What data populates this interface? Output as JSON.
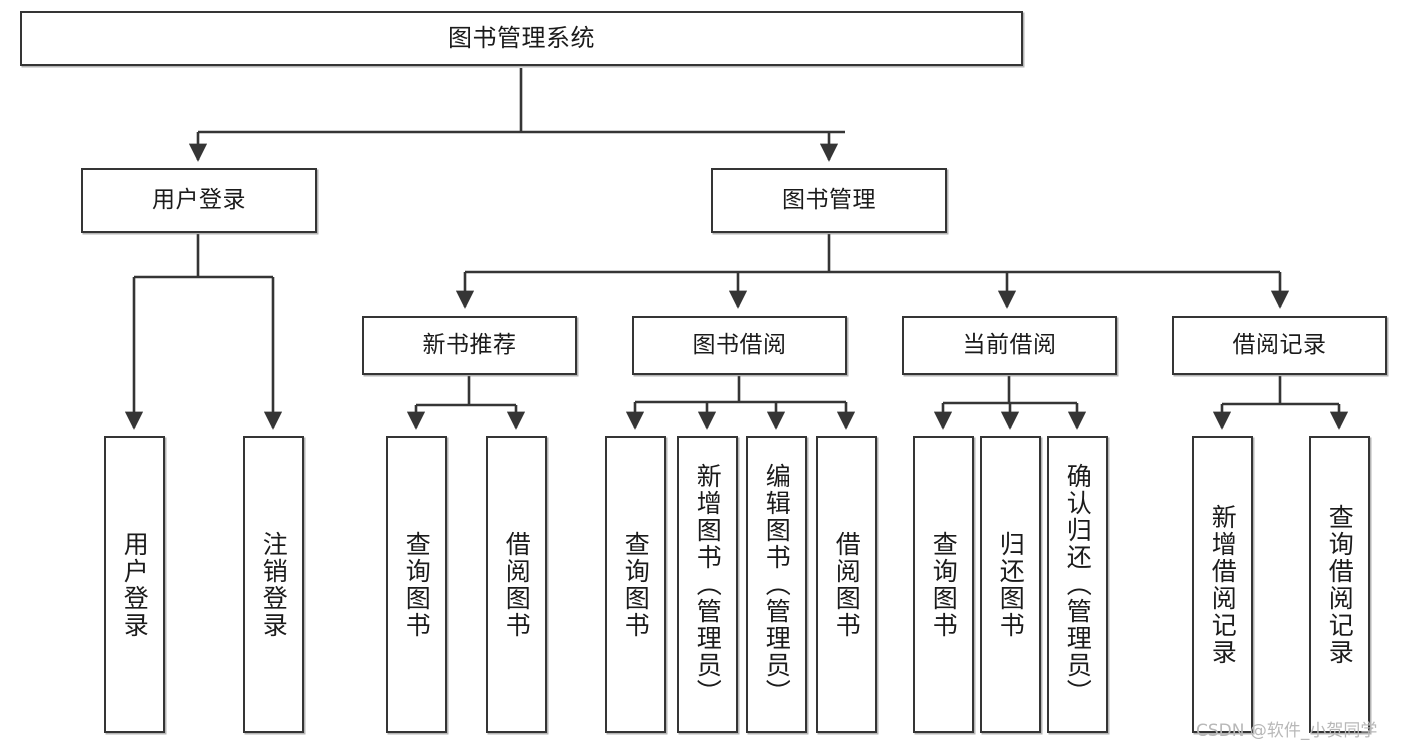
{
  "diagram": {
    "title": "图书管理系统",
    "root": {
      "label": "图书管理系统"
    },
    "level2": [
      {
        "label": "用户登录"
      },
      {
        "label": "图书管理"
      }
    ],
    "level3": [
      {
        "label": "新书推荐"
      },
      {
        "label": "图书借阅"
      },
      {
        "label": "当前借阅"
      },
      {
        "label": "借阅记录"
      }
    ],
    "leaves": [
      {
        "label": "用户登录"
      },
      {
        "label": "注销登录"
      },
      {
        "label": "查询图书"
      },
      {
        "label": "借阅图书"
      },
      {
        "label": "查询图书"
      },
      {
        "label": "新增图书（管理员）"
      },
      {
        "label": "编辑图书（管理员）"
      },
      {
        "label": "借阅图书"
      },
      {
        "label": "查询图书"
      },
      {
        "label": "归还图书"
      },
      {
        "label": "确认归还（管理员）"
      },
      {
        "label": "新增借阅记录"
      },
      {
        "label": "查询借阅记录"
      }
    ],
    "watermark": "CSDN @软件_小贺同学",
    "colors": {
      "stroke": "#353535",
      "fill": "#ffffff",
      "text": "#1b1b1b",
      "watermark": "#b8b8b8"
    }
  }
}
